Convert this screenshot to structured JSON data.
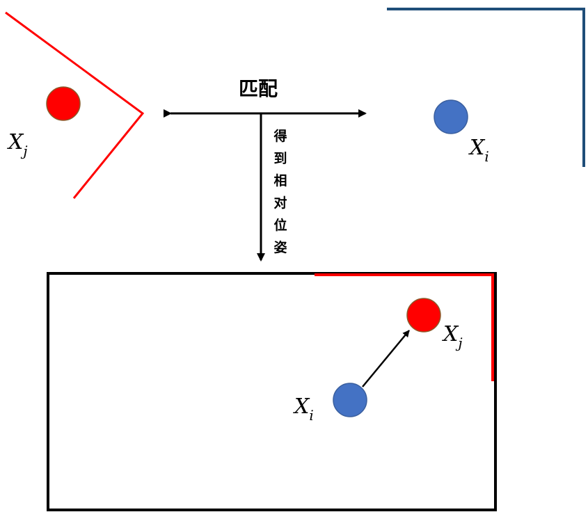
{
  "top": {
    "match_label": "匹配",
    "pose_label_chars": [
      "得",
      "到",
      "相",
      "对",
      "位",
      "姿"
    ]
  },
  "labels": {
    "xj_top": {
      "base": "X",
      "sub": "j"
    },
    "xi_top": {
      "base": "X",
      "sub": "i"
    },
    "xj_box": {
      "base": "X",
      "sub": "j"
    },
    "xi_box": {
      "base": "X",
      "sub": "i"
    }
  },
  "colors": {
    "red": "#ff0000",
    "blue": "#4472c4",
    "navy": "#1f4e79",
    "black": "#000000",
    "circle_stroke": "#8b5a2b"
  }
}
